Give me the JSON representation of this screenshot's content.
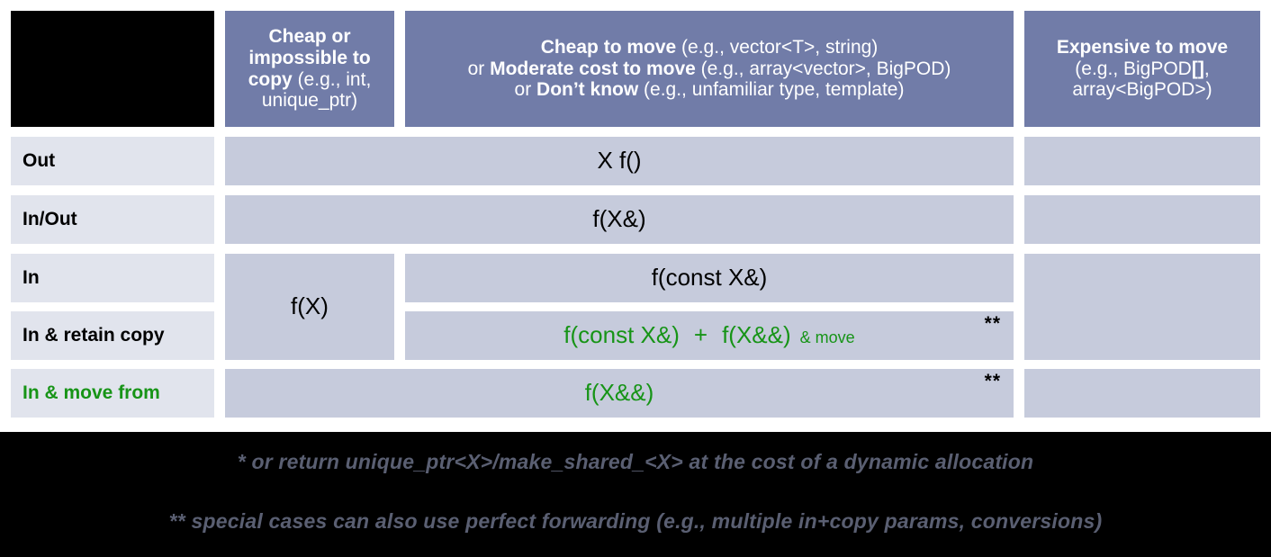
{
  "table": {
    "corner": {
      "label": ""
    },
    "columns": [
      {
        "id": "col-copy",
        "line1_bold": "Cheap or",
        "line2_bold": "impossible to",
        "line3_bold": "copy",
        "line3_rest": " (e.g., int,",
        "line4_rest": "unique_ptr)"
      },
      {
        "id": "col-move",
        "line1_bold": "Cheap to move",
        "line1_rest": " (e.g., vector<T>, string)",
        "line2_pre": "or ",
        "line2_bold": "Moderate cost to move",
        "line2_rest": " (e.g., array<vector>, BigPOD)",
        "line3_pre": "or ",
        "line3_bold": "Don’t know",
        "line3_rest": " (e.g., unfamiliar type, template)"
      },
      {
        "id": "col-expensive",
        "line1_bold": "Expensive to move",
        "line2_rest": "(e.g., BigPOD",
        "line2_bold": "[]",
        "line2_tail": ",",
        "line3_rest": "array<BigPOD>)"
      }
    ],
    "rows": [
      {
        "id": "row-out",
        "label": "Out",
        "green": false
      },
      {
        "id": "row-inout",
        "label": "In/Out",
        "green": false
      },
      {
        "id": "row-in",
        "label": "In",
        "green": false
      },
      {
        "id": "row-in-retain-copy",
        "label": "In & retain copy",
        "green": false
      },
      {
        "id": "row-in-move-from",
        "label": "In & move from",
        "green": true
      }
    ],
    "cells": {
      "out_move": "X f()",
      "inout_move": "f(X&)",
      "in_copy": "f(X)",
      "in_move": "f(const X&)",
      "retain_part1": "f(const X&)",
      "retain_plus": "+",
      "retain_part2": "f(X&&)",
      "retain_part3": "& move",
      "movefrom_move": "f(X&&)"
    },
    "markers": {
      "retain": "**",
      "movefrom": "**"
    }
  },
  "footnotes": [
    "* or return unique_ptr<X>/make_shared_<X> at the cost of a dynamic allocation",
    "** special cases can also use perfect forwarding (e.g., multiple in+copy params, conversions)"
  ],
  "colors": {
    "header_bg": "#717CA8",
    "rowlabel_bg": "#E1E4ED",
    "datacell_bg": "#C6CBDC",
    "accent_green": "#179417",
    "footer_bg": "#000000",
    "footnote_text": "#5a5f72"
  }
}
